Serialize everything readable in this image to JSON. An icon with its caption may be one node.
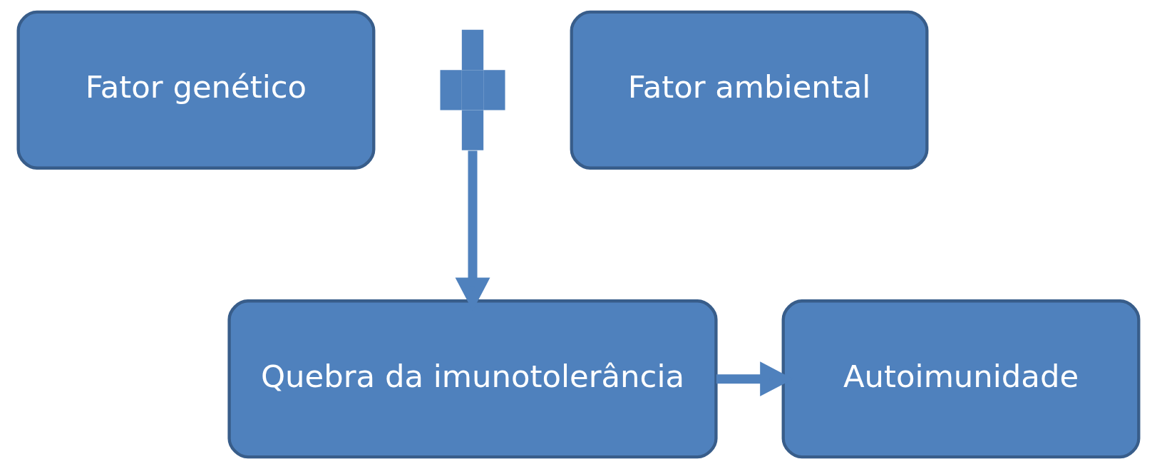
{
  "diagram": {
    "nodes": [
      {
        "text": [
          "Fator genético"
        ]
      },
      {
        "text": [],
        "shape": "plus"
      },
      {
        "text": [
          "Fator ambiental"
        ]
      },
      {
        "text": [
          "Quebra da imunotolerância"
        ]
      },
      {
        "text": [
          "Autoimunidade"
        ]
      }
    ],
    "edges": [
      {
        "from": 1,
        "to": 3,
        "arrow": "to"
      },
      {
        "from": 3,
        "to": 4,
        "arrow": "to"
      }
    ]
  }
}
